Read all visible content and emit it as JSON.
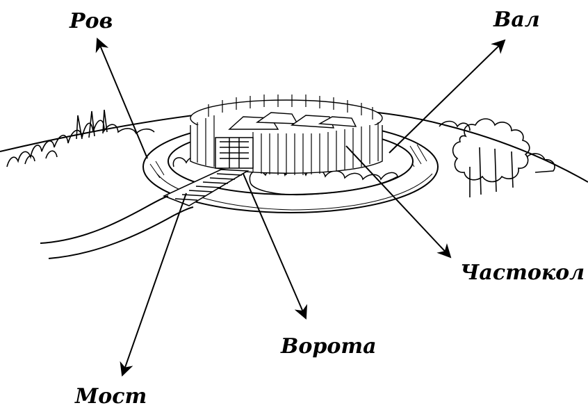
{
  "labels": {
    "rov": "Ров",
    "val": "Вал",
    "chastokol": "Частокол",
    "vorota": "Ворота",
    "most": "Мост"
  },
  "colors": {
    "ink": "#000000",
    "paper": "#ffffff"
  }
}
